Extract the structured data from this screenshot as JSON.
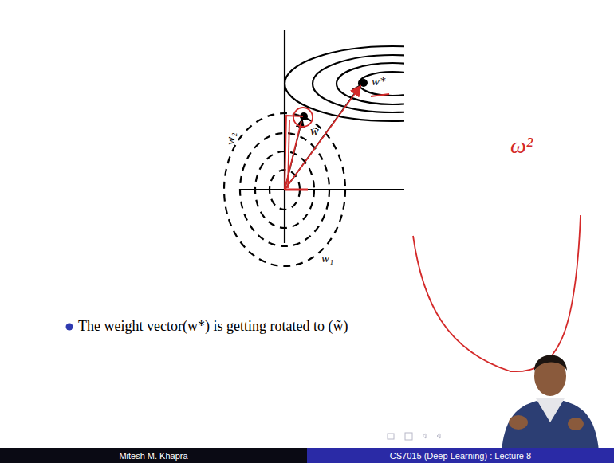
{
  "diagram": {
    "labels": [
      "w*",
      "w̃",
      "w₂",
      "w₁",
      "ω²",
      "The weight vector(w*) is getting rotated to (w̃)",
      "Mitesh M. Khapra",
      "CS7015 (Deep Learning) : Lecture 8"
    ]
  }
}
